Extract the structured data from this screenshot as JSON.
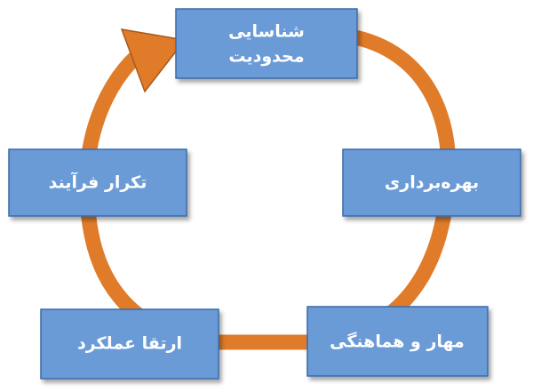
{
  "diagram": {
    "type": "cycle",
    "colors": {
      "box_fill": "#6b9bd7",
      "box_stroke": "#3a6aa8",
      "text": "#ffffff",
      "arrow_fill": "#e07b2a",
      "arrow_stroke": "#a8581a"
    },
    "nodes": [
      {
        "id": "top",
        "lines": [
          "شناسایی",
          "محدودیت"
        ]
      },
      {
        "id": "right",
        "lines": [
          "بهره‌برداری"
        ]
      },
      {
        "id": "bottom-right",
        "lines": [
          "مهار و هماهنگی"
        ]
      },
      {
        "id": "bottom-left",
        "lines": [
          "ارتقا عملکرد"
        ]
      },
      {
        "id": "left",
        "lines": [
          "تکرار فرآیند"
        ]
      }
    ],
    "flow_direction": "clockwise"
  }
}
